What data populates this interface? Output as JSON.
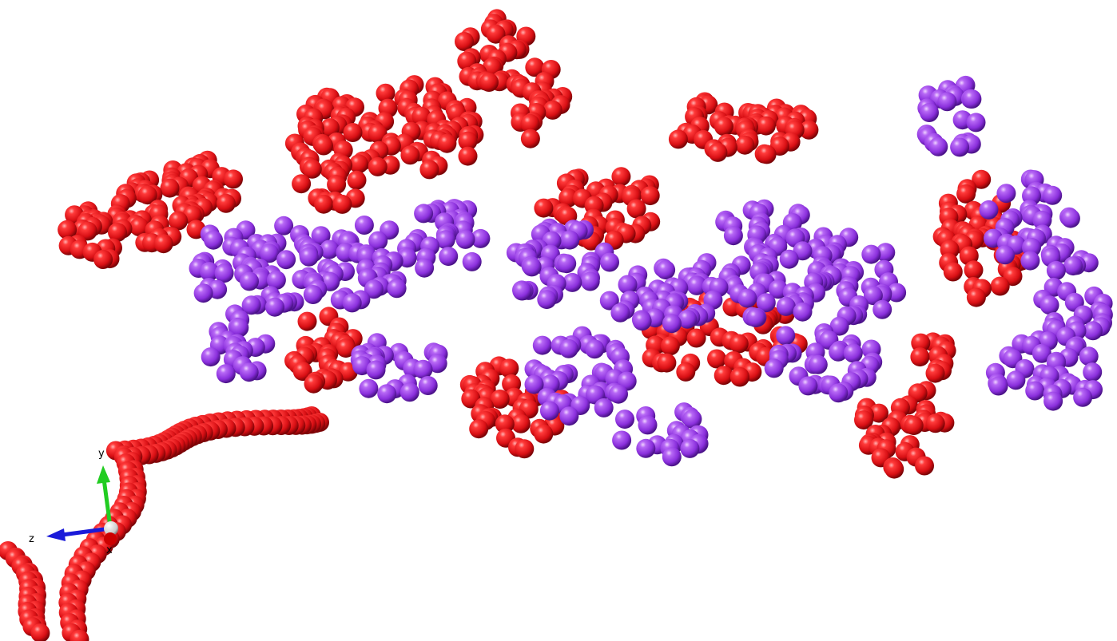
{
  "viewer": {
    "background": "#ffffff",
    "strand_colors": {
      "red_strand": "#e0141a",
      "purple_strand": "#9a3be6"
    },
    "bond_color": "#b05090"
  },
  "axes": {
    "x_label": "x",
    "y_label": "y",
    "z_label": "z",
    "x_color": "#cc0000",
    "y_color": "#22cc22",
    "z_color": "#1a1ad9"
  }
}
